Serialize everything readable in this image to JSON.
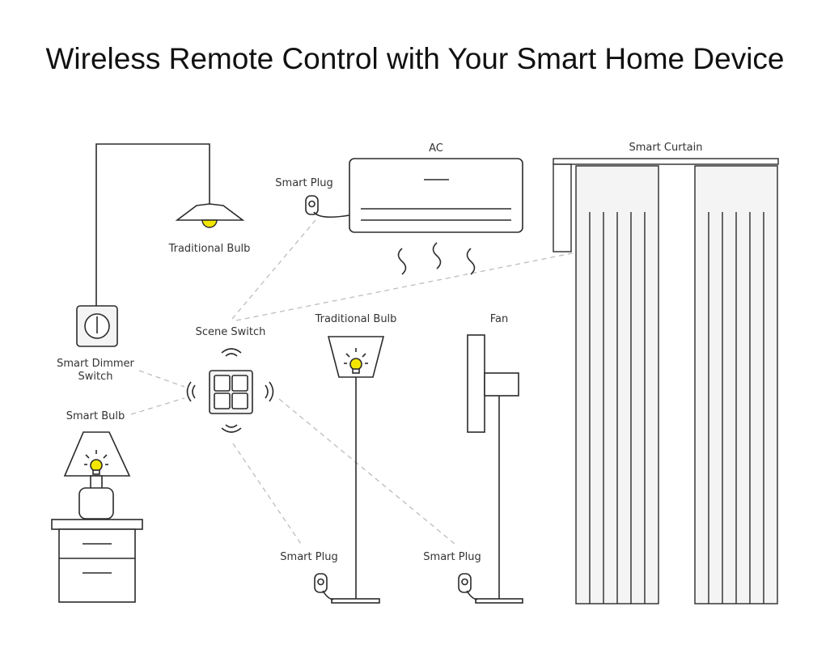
{
  "title": "Wireless Remote Control with Your Smart Home Device",
  "labels": {
    "ac": "AC",
    "smart_curtain": "Smart Curtain",
    "smart_plug_top": "Smart Plug",
    "traditional_bulb_ceiling": "Traditional Bulb",
    "scene_switch": "Scene Switch",
    "traditional_bulb_floor": "Traditional Bulb",
    "fan": "Fan",
    "smart_dimmer_line1": "Smart Dimmer",
    "smart_dimmer_line2": "Switch",
    "smart_bulb": "Smart Bulb",
    "smart_plug_bottom_left": "Smart Plug",
    "smart_plug_bottom_right": "Smart Plug"
  },
  "colors": {
    "stroke": "#2b2b2b",
    "bulb_yellow": "#f2e600",
    "dashed_link": "#bdbdbd",
    "panel_fill": "#f4f4f4"
  }
}
